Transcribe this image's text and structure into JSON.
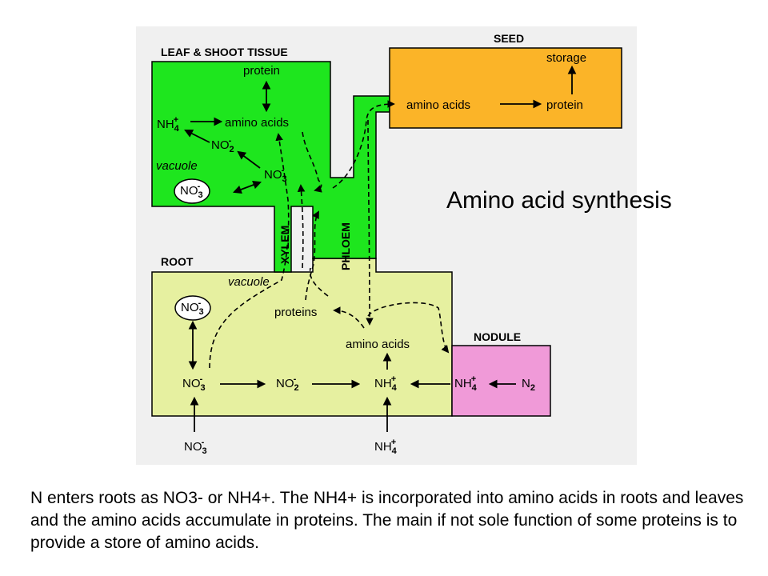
{
  "title": "Amino acid synthesis",
  "caption": "N enters roots as NO3- or NH4+. The NH4+ is incorporated into amino acids in roots and leaves and the amino acids accumulate in proteins. The main if not sole function of some proteins is to provide a store of amino acids.",
  "colors": {
    "leaf": "#1ee61e",
    "root": "#e6f0a0",
    "seed": "#fbb428",
    "nodule": "#f09ad8",
    "panel": "#f0f0f0"
  },
  "regions": {
    "leaf": "LEAF & SHOOT TISSUE",
    "seed": "SEED",
    "root": "ROOT",
    "nodule": "NODULE",
    "xylem": "XYLEM",
    "phloem": "PHLOEM"
  },
  "leaf_labels": {
    "protein": "protein",
    "amino_acids": "amino acids",
    "vacuole": "vacuole"
  },
  "seed_labels": {
    "storage": "storage",
    "amino_acids": "amino acids",
    "protein": "protein"
  },
  "root_labels": {
    "vacuole": "vacuole",
    "proteins": "proteins",
    "amino_acids": "amino acids"
  },
  "species": {
    "nh4_base": "NH",
    "nh4_sub": "4",
    "nh4_sup": "+",
    "no3_base": "NO",
    "no3_sub": "3",
    "no2_base": "NO",
    "no2_sub": "2",
    "minus": "-",
    "n2_base": "N",
    "n2_sub": "2"
  }
}
